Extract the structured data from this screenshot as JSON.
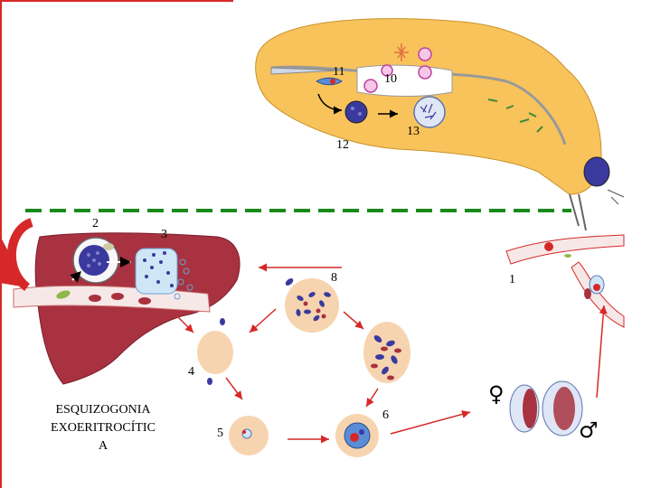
{
  "stages": {
    "s1": "1",
    "s2": "2",
    "s3": "3",
    "s4": "4",
    "s5": "5",
    "s6": "6",
    "s8": "8",
    "s10": "10",
    "s11": "11",
    "s12": "12",
    "s13": "13"
  },
  "caption_lines": [
    "ESQUIZOGONIA",
    "EXOERITROCÍTIC",
    "A"
  ],
  "gametocyte_symbols": {
    "female": "♀",
    "male": "♂"
  },
  "colors": {
    "mosquito": "#f9c35c",
    "liver": "#a83240",
    "cell": "#f7d4b0",
    "arrow": "#d62828",
    "divider": "#1a8a1a",
    "nucleus": "#3a3a9e"
  }
}
